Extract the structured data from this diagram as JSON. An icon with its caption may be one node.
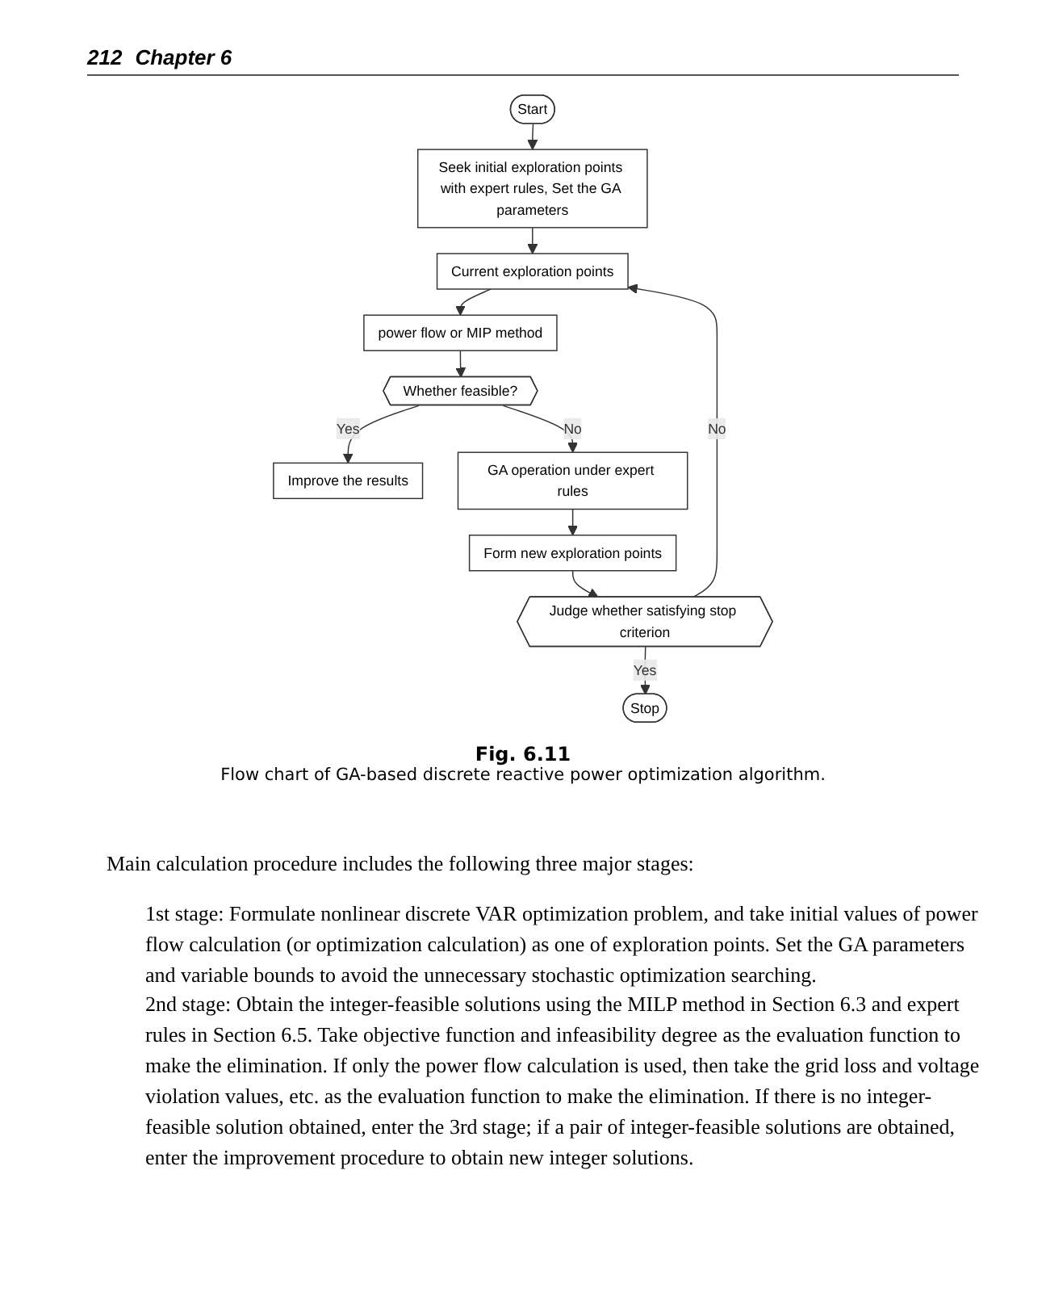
{
  "diagram": {
    "caption": "Flow chart of GA-based discrete reactive power optimization algorithm.",
    "nodes": [
      {
        "text": [
          "Start"
        ]
      },
      {
        "text": [
          "Seek initial exploration points with expert rules, Set the GA parameters"
        ]
      },
      {
        "text": [
          "Current exploration points"
        ]
      },
      {
        "text": [
          "power flow or MIP method"
        ]
      },
      {
        "text": [
          "Whether feasible?"
        ]
      },
      {
        "text": [
          "Improve the results"
        ]
      },
      {
        "text": [
          "GA operation under expert rules"
        ]
      },
      {
        "text": [
          "Form new exploration points"
        ]
      },
      {
        "text": [
          "Judge whether satisfying stop criterion"
        ]
      },
      {
        "text": [
          "Stop"
        ]
      }
    ],
    "edges": [
      {
        "from": 0,
        "to": 1,
        "arrow": "to"
      },
      {
        "from": 1,
        "to": 2,
        "arrow": "to"
      },
      {
        "from": 2,
        "to": 3,
        "arrow": "to"
      },
      {
        "from": 3,
        "to": 4,
        "arrow": "to"
      },
      {
        "from": 4,
        "to": 5,
        "arrow": "to",
        "label": "Yes"
      },
      {
        "from": 4,
        "to": 6,
        "arrow": "to",
        "label": "No"
      },
      {
        "from": 6,
        "to": 7,
        "arrow": "to"
      },
      {
        "from": 7,
        "to": 8,
        "arrow": "to"
      },
      {
        "from": 8,
        "to": 2,
        "arrow": "to",
        "label": "No"
      },
      {
        "from": 8,
        "to": 9,
        "arrow": "to",
        "label": "Yes"
      }
    ],
    "labels": [
      "212",
      "Chapter 6",
      "Fig. 6.11",
      "Main calculation procedure includes the following three major stages:",
      "1st stage: Formulate nonlinear discrete VAR optimization problem, and take initial values of power flow calculation (or optimization calculation) as one of exploration points. Set the GA parameters and variable bounds to avoid the unnecessary stochastic optimization searching.",
      "2nd stage: Obtain the integer-feasible solutions using the MILP method in Section 6.3 and expert rules in Section 6.5. Take objective function and infeasibility degree as the evaluation function to make the elimination. If only the power flow calculation is used, then take the grid loss and voltage violation values, etc. as the evaluation function to make the elimination. If there is no integer-feasible solution obtained, enter the 3rd stage; if a pair of integer-feasible solutions are obtained, enter the improvement procedure to obtain new integer solutions."
    ]
  }
}
